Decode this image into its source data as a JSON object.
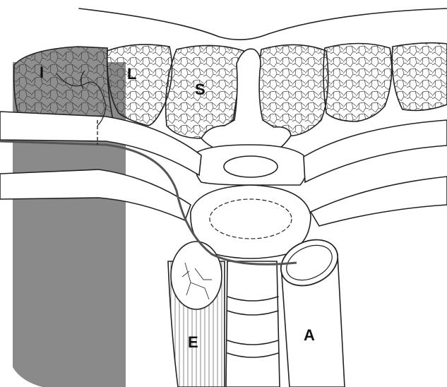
{
  "labels": {
    "iliocostalis": "I",
    "longissimus": "L",
    "spinalis": "S",
    "esophagus": "E",
    "aorta": "A"
  },
  "colors": {
    "shaded_band": "#8a8a8a",
    "muscle_fill": "#ffffff",
    "line": "#222222"
  }
}
